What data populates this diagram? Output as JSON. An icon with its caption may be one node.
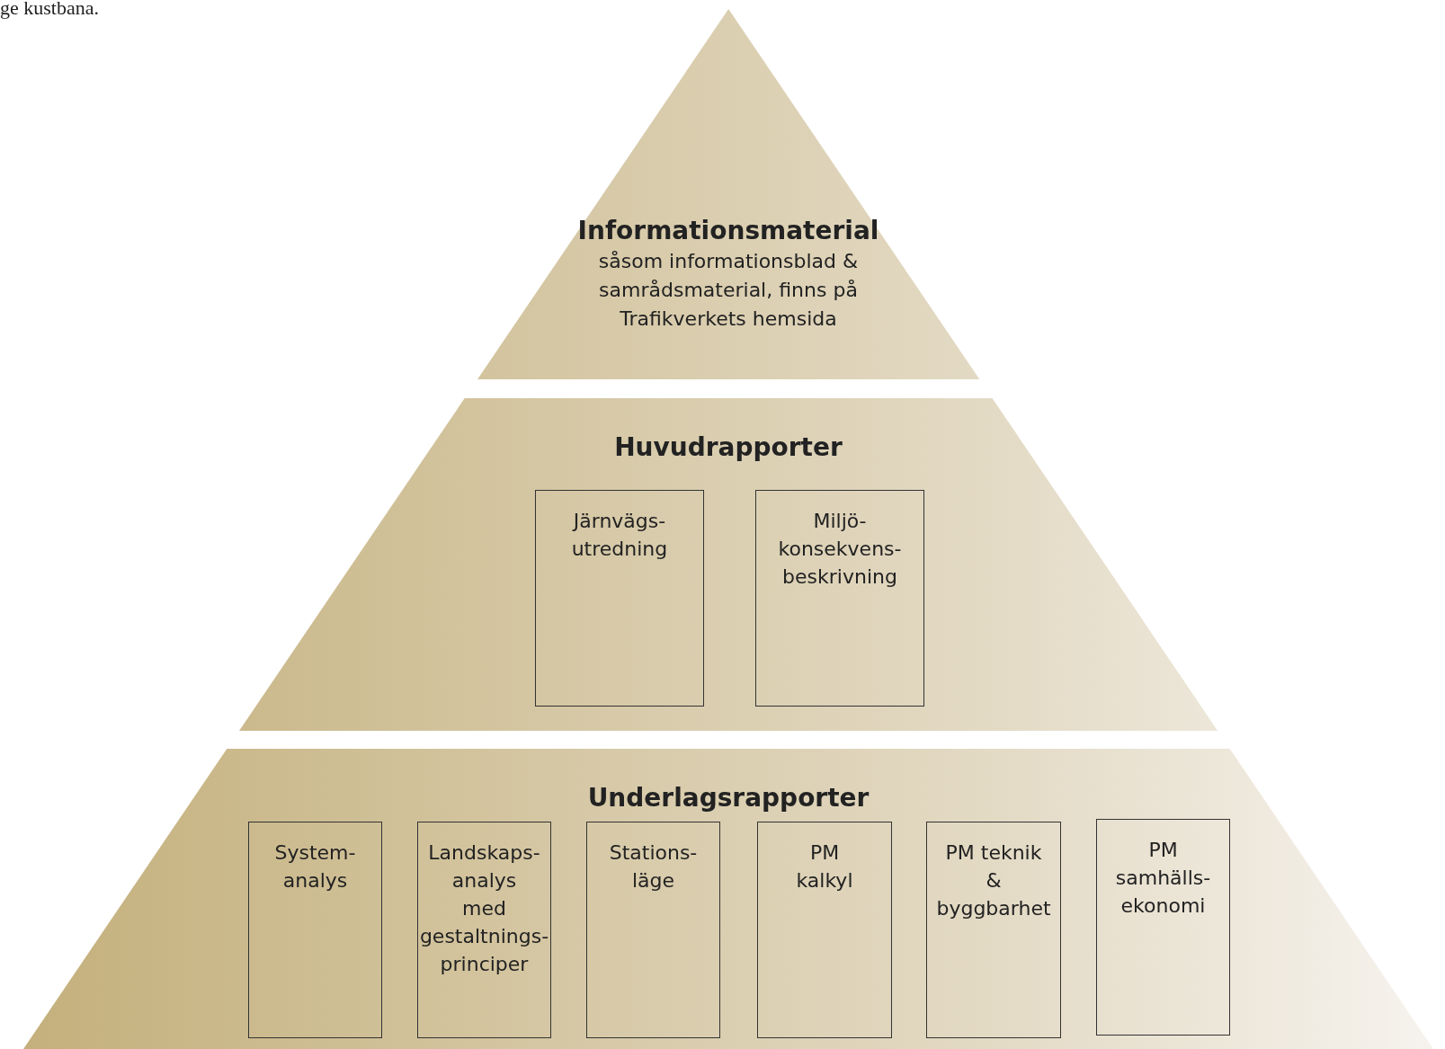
{
  "diagram": {
    "nodes": [
      {
        "text": [
          "Informationsmaterial",
          "såsom informationsblad & samrådsmaterial, finns på Trafikverkets hemsida"
        ]
      },
      {
        "text": [
          "Huvudrapporter"
        ]
      },
      {
        "text": [
          "Järnvägs- utredning"
        ],
        "in": 1
      },
      {
        "text": [
          "Miljö- konsekvens- beskrivning"
        ],
        "in": 1
      },
      {
        "text": [
          "Underlagsrapporter"
        ]
      },
      {
        "text": [
          "System- analys"
        ],
        "in": 4
      },
      {
        "text": [
          "Landskaps- analys med gestaltnings- principer"
        ],
        "in": 4
      },
      {
        "text": [
          "Stations- läge"
        ],
        "in": 4
      },
      {
        "text": [
          "PM kalkyl"
        ],
        "in": 4
      },
      {
        "text": [
          "PM teknik & byggbarhet"
        ],
        "in": 4
      },
      {
        "text": [
          "PM samhälls- ekonomi"
        ],
        "in": 4
      }
    ],
    "labels": [
      "ge kustbana."
    ]
  }
}
